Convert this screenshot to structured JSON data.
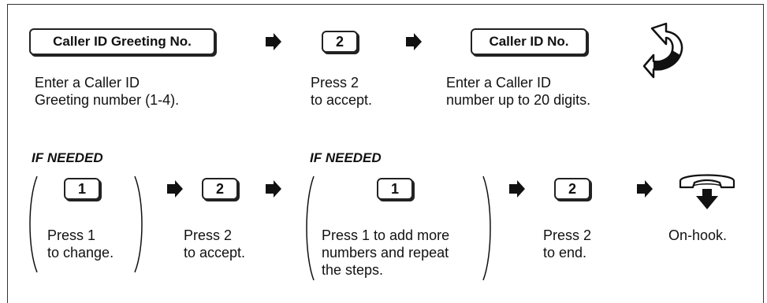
{
  "row1": {
    "key_greeting": "Caller ID Greeting No.",
    "key_press2": "2",
    "key_callerid": "Caller ID No.",
    "desc_greeting": [
      "Enter a Caller ID",
      "Greeting number (1-4)."
    ],
    "desc_press2": [
      "Press 2",
      "to accept."
    ],
    "desc_callerid": [
      "Enter a Caller ID",
      "number up to 20 digits."
    ]
  },
  "row2": {
    "if_needed_1": "IF NEEDED",
    "if_needed_2": "IF NEEDED",
    "key_change": "1",
    "key_accept": "2",
    "key_add": "1",
    "key_end": "2",
    "desc_change": [
      "Press 1",
      "to change."
    ],
    "desc_accept": [
      "Press 2",
      "to accept."
    ],
    "desc_add": [
      "Press 1 to add more",
      "numbers and repeat",
      "the steps."
    ],
    "desc_end": [
      "Press 2",
      "to end."
    ],
    "desc_onhook": "On-hook."
  },
  "icons": {
    "step_arrow": "right-arrow-icon",
    "continue_arrow": "curved-return-arrow-icon",
    "handset": "on-hook-handset-icon"
  }
}
